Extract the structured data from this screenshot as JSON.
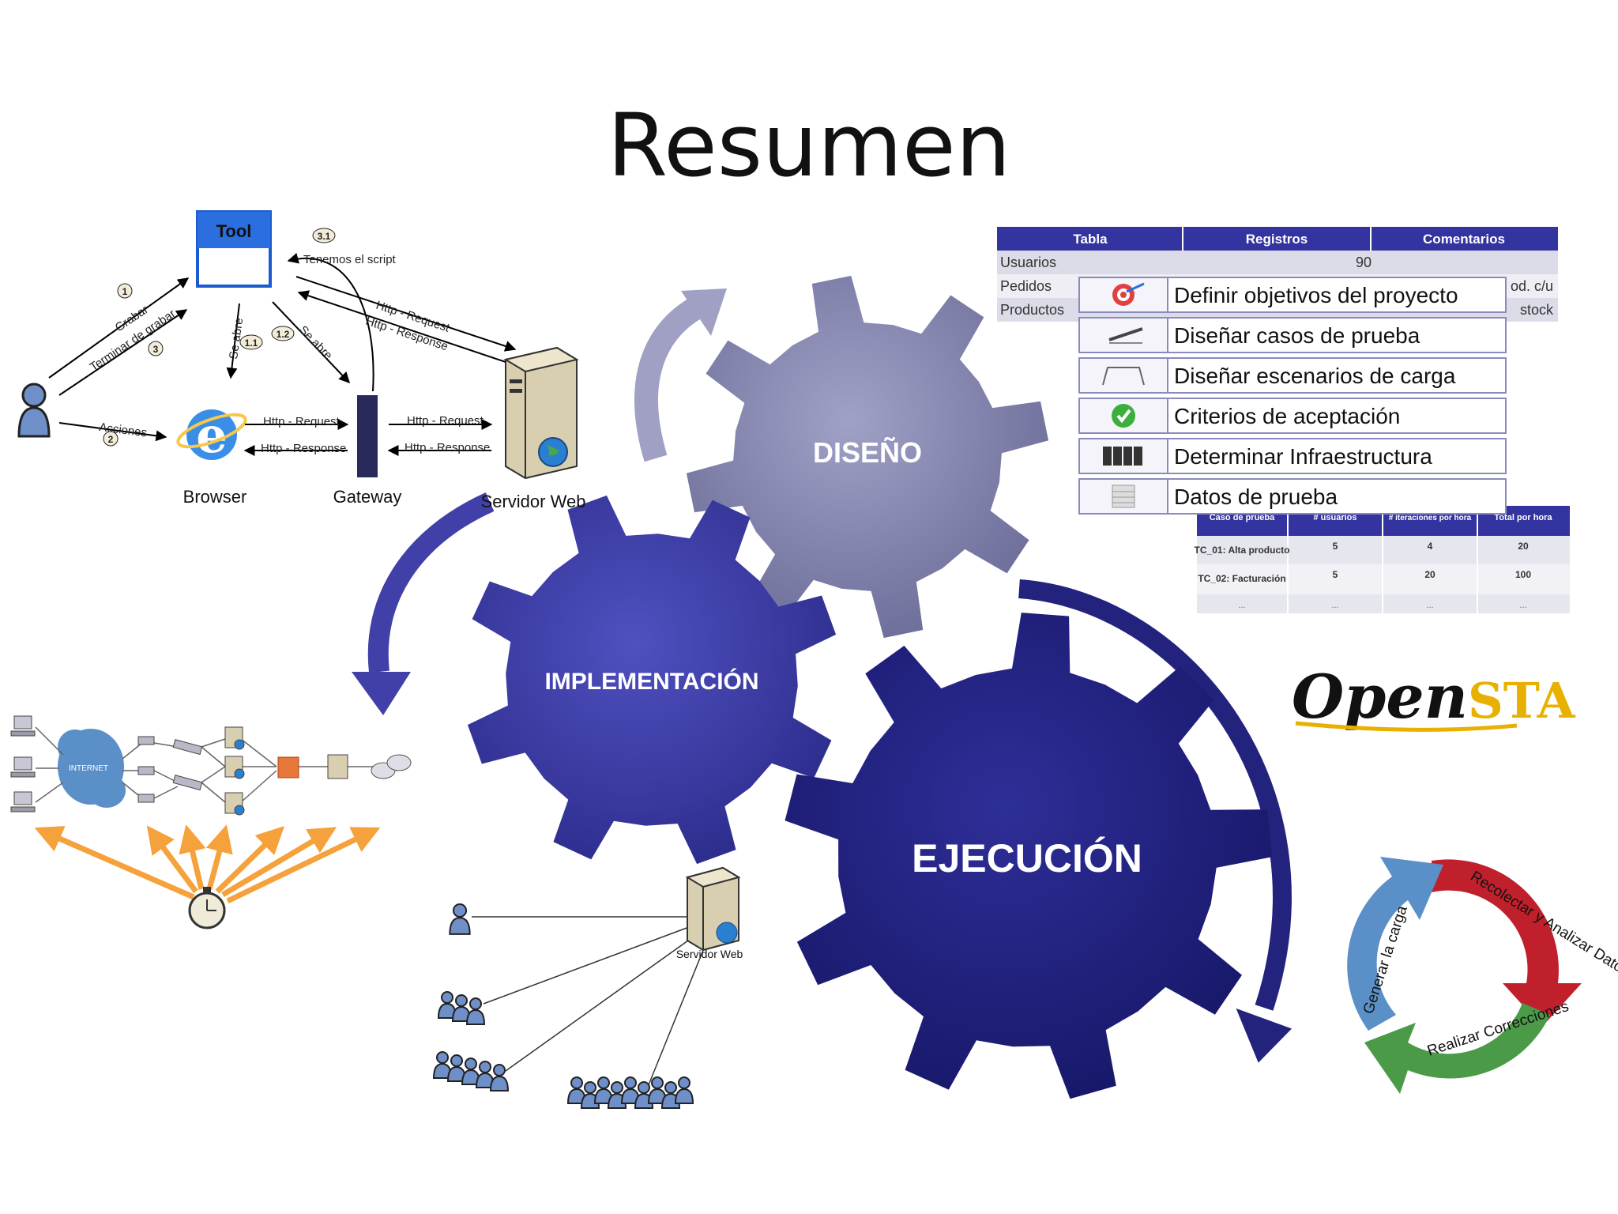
{
  "title": "Resumen",
  "gears": {
    "diseno": "DISEÑO",
    "implementacion": "IMPLEMENTACIÓN",
    "ejecucion": "EJECUCIÓN"
  },
  "record_diagram": {
    "tool": "Tool",
    "browser": "Browser",
    "gateway": "Gateway",
    "server": "Servidor Web",
    "grabar": "Grabar",
    "terminar": "Terminar de grabar",
    "acciones": "Acciones",
    "se_abre_1": "Se abre",
    "se_abre_2": "Se abre",
    "tenemos": "Tenemos el script",
    "http_request": "Http - Request",
    "http_response": "Http - Response",
    "steps": [
      "1",
      "2",
      "3",
      "1.1",
      "1.2",
      "3.1"
    ]
  },
  "top_table": {
    "headers": [
      "Tabla",
      "Registros",
      "Comentarios"
    ],
    "rows": [
      [
        "Usuarios",
        "90",
        ""
      ],
      [
        "Pedidos",
        "",
        "od. c/u"
      ],
      [
        "Productos",
        "",
        "stock"
      ]
    ]
  },
  "tasks": [
    {
      "label": "Definir objetivos del proyecto",
      "icon": "target-icon"
    },
    {
      "label": "Diseñar casos de prueba",
      "icon": "pen-icon"
    },
    {
      "label": "Diseñar escenarios de carga",
      "icon": "ramp-icon"
    },
    {
      "label": "Criterios de aceptación",
      "icon": "checkmark-icon"
    },
    {
      "label": "Determinar Infraestructura",
      "icon": "server-rack-icon"
    },
    {
      "label": "Datos de prueba",
      "icon": "database-icon"
    }
  ],
  "cases_table": {
    "headers": [
      "Caso de prueba",
      "# usuarios",
      "# iteraciones por hora",
      "Total por hora"
    ],
    "rows": [
      [
        "TC_01: Alta producto",
        "5",
        "4",
        "20"
      ],
      [
        "TC_02: Facturación",
        "5",
        "20",
        "100"
      ],
      [
        "...",
        "...",
        "...",
        "..."
      ]
    ]
  },
  "network": {
    "internet": "INTERNET"
  },
  "load_diagram": {
    "server": "Servidor Web"
  },
  "logo": {
    "open": "Open",
    "sta": "STA"
  },
  "cycle": {
    "recolectar": "Recolectar y Analizar Datos",
    "realizar": "Realizar Correcciones",
    "generar": "Generar la carga"
  },
  "colors": {
    "gear_light": "#7f80a8",
    "gear_mid": "#35359a",
    "gear_dark": "#22227e",
    "table_header": "#3333a0",
    "cycle_red": "#c0202c",
    "cycle_green": "#4a9a48",
    "cycle_blue": "#5a8fc8",
    "orange": "#f5a13c"
  }
}
